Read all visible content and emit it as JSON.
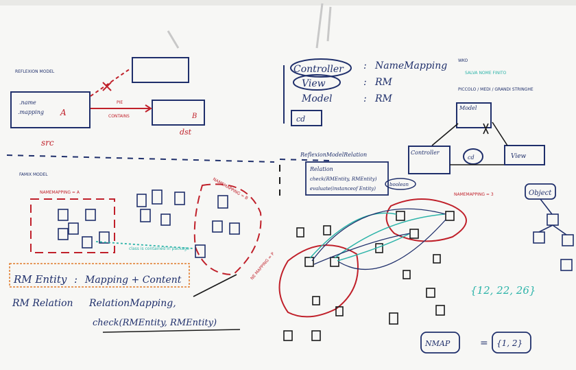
{
  "colors": {
    "ink_blue": "#1f2f6b",
    "ink_red": "#c0202a",
    "ink_teal": "#2bb3a8",
    "ink_black": "#1a1a1a",
    "ink_orange": "#e07a2a",
    "board": "#f7f7f5"
  },
  "left": {
    "reflexion_title": "REFLEXION MODEL",
    "src_box": {
      "line1": ".name",
      "line2": ".mapping",
      "label_a": "A",
      "caption": "src"
    },
    "dst_box": {
      "label_b": "B",
      "caption": "dst"
    },
    "edge_label1": "PIE",
    "edge_label2": "CONTAINS",
    "famix_title": "FAMIX MODEL",
    "namemapping_a": "NAMEMAPPING = A",
    "namemapping_b": "NAMEMAPPING = B",
    "annotation": "class is contained in package",
    "rm_entity_label": "RM Entity",
    "rm_entity_value": "Mapping + Content",
    "rm_relation_label": "RM Relation",
    "rm_relation_value": "RelationMapping,",
    "rm_relation_line2": "check(RMEntity, RMEntity)"
  },
  "right": {
    "controller": "Controller",
    "view": "View",
    "model": "Model",
    "name_mapping": "NameMapping",
    "rm1": "RM",
    "rm2": "RM",
    "cd": "cd",
    "legend1": "WKO",
    "legend2": "SALVA  NOME  FINITO",
    "legend3": "PICCOLO / MEDI / GRANDI  STRINGHE",
    "diag_model": "Model",
    "diag_controller": "Controller",
    "diag_cd": "cd",
    "diag_view": "View",
    "rmr_title": "ReflexionModelRelation",
    "rmr_line1": "Relation",
    "rmr_line2": "check(RMEntity, RMEntity)",
    "rmr_line3": "evaluate(instanceof Entity)",
    "rmr_boolean": "boolean",
    "namemapping_3": "NAMEMAPPING = 3",
    "mapping_p": "NE MAPPING = P",
    "object_label": "Object",
    "set_label": "{12, 22, 26}",
    "nmap_label": "NMAP",
    "nmap_set": "{1, 2}"
  }
}
